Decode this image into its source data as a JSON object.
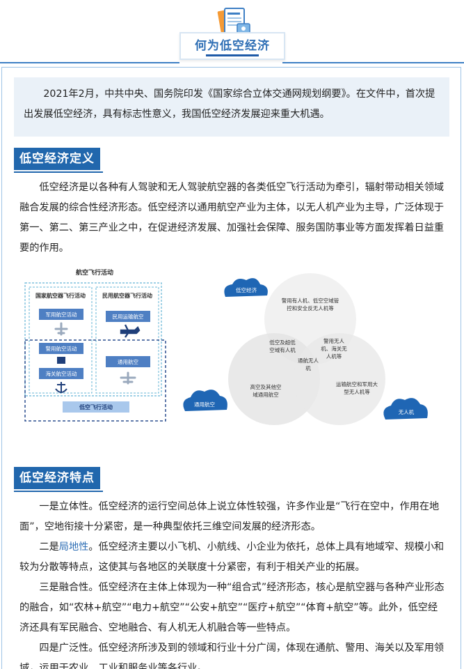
{
  "header": {
    "title": "何为低空经济",
    "icon": "document-icon"
  },
  "intro": {
    "text": "2021年2月，中共中央、国务院印发《国家综合立体交通网规划纲要》。在文件中，首次提出发展低空经济，具有标志性意义，我国低空经济发展迎来重大机遇。"
  },
  "section1": {
    "heading": "低空经济定义",
    "text": "低空经济是以各种有人驾驶和无人驾驶航空器的各类低空飞行活动为牵引，辐射带动相关领域融合发展的综合性经济形态。低空经济以通用航空产业为主体，以无人机产业为主导，广泛体现于第一、第二、第三产业之中，在促进经济发展、加强社会保障、服务国防事业等方面发挥着日益重要的作用。"
  },
  "diagram_left": {
    "title": "航空飞行活动",
    "state_group": "国家航空器飞行活动",
    "civil_group": "民用航空器飞行活动",
    "military": "军用航空活动",
    "police": "警用航空活动",
    "customs": "海关航空活动",
    "civil_transport": "民用运输航空",
    "general": "通用航空",
    "low_altitude": "低空飞行活动"
  },
  "diagram_right": {
    "cloud_top": "低空经济",
    "cloud_left": "通用航空",
    "cloud_right": "无人机",
    "circle_top": "警用有人机、低空空域管控和安全反无人机等",
    "overlap_left": "低空及超低空域有人机",
    "overlap_right": "警用无人机、海关无人机等",
    "center": "通航无人机",
    "circle_left": "高空及其他空域通用航空",
    "circle_right": "运输航空和军用大型无人机等"
  },
  "section2": {
    "heading": "低空经济特点",
    "p1": "一是立体性。低空经济的运行空间总体上说立体性较强，许多作业是“飞行在空中，作用在地面”，空地衔接十分紧密，是一种典型依托三维空间发展的经济形态。",
    "p2_lead": "二是",
    "p2_link": "局地性",
    "p2_rest": "。低空经济主要以小飞机、小航线、小企业为依托，总体上具有地域窄、规模小和较为分散等特点，这使其与各地区的关联度十分紧密，有利于相关产业的拓展。",
    "p3": "三是融合性。低空经济在主体上体现为一种“组合式”经济形态，核心是航空器与各种产业形态的融合，如“农林+航空”“电力+航空”“公安+航空”“医疗+航空”“体育+航空”等。此外，低空经济还具有军民融合、空地融合、有人机无人机融合等一些特点。",
    "p4": "四是广泛性。低空经济所涉及到的领域和行业十分广阔，体现在通航、警用、海关以及军用领域，运用于农业、工业和服务业等各行业。"
  },
  "colors": {
    "accent": "#2167ad",
    "intro_bg": "#eaf1f8",
    "cloud": "#1f66b4"
  }
}
